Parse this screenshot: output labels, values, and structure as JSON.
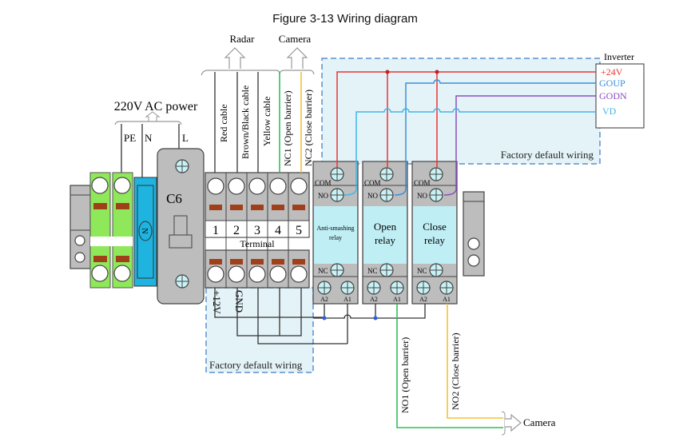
{
  "title": "Figure 3-13 Wiring diagram",
  "groups": {
    "radar": "Radar",
    "camera_top": "Camera",
    "ac_power": "220V AC power",
    "camera_bottom": "Camera",
    "inverter": "Inverter"
  },
  "power_lines": [
    "PE",
    "N",
    "L"
  ],
  "breaker_label": "C6",
  "n_block_label": "N",
  "terminal": {
    "label": "Terminal",
    "numbers": [
      "1",
      "2",
      "3",
      "4",
      "5"
    ],
    "top_cables": [
      "Red cable",
      "Brown/Black cable",
      "Yellow cable",
      "NC1 (Open barrier)",
      "NC2 (Close barrier)"
    ],
    "bottom_labels": [
      "+12V",
      "GND"
    ]
  },
  "factory_default_wiring": "Factory default wiring",
  "relays": [
    {
      "name": "Anti-smashing relay",
      "line1": "Anti-smashing",
      "line2": "relay"
    },
    {
      "name": "Open relay",
      "line1": "Open",
      "line2": "relay"
    },
    {
      "name": "Close relay",
      "line1": "Close",
      "line2": "relay"
    }
  ],
  "relay_terminals": {
    "com": "COM",
    "no": "NO",
    "nc": "NC",
    "a2": "A2",
    "a1": "A1"
  },
  "inverter_signals": [
    {
      "label": "+24V",
      "color": "#ee3333"
    },
    {
      "label": "GOUP",
      "color": "#3a8fd8"
    },
    {
      "label": "GODN",
      "color": "#8a4fc0"
    },
    {
      "label": "VD",
      "color": "#3fb6e8"
    }
  ],
  "output_cables": [
    "NO1 (Open barrier)",
    "NO2 (Close barrier)"
  ],
  "colors": {
    "green_cable": "#2fbf5a",
    "yellow_cable": "#f5c232",
    "relay_body": "#bfeff5",
    "green_terminal": "#8fe85a",
    "n_block": "#1fb4e0",
    "dashed_box": "#5b8fcf"
  }
}
